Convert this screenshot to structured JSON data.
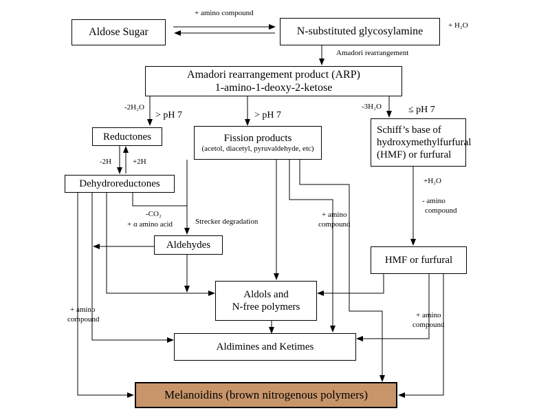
{
  "nodes": {
    "aldose": "Aldose Sugar",
    "glycosylamine": "N-substituted glycosylamine",
    "arp_line1": "Amadori rearrangement product (ARP)",
    "arp_line2": "1-amino-1-deoxy-2-ketose",
    "reductones": "Reductones",
    "fission": "Fission products",
    "fission_sub": "(acetol, diacetyl, pyruvaldehyde, etc)",
    "schiff_line1": "Schiff’s base of",
    "schiff_line2": "hydroxymethylfurfural",
    "schiff_line3": "(HMF) or furfural",
    "dehydroreductones": "Dehydroreductones",
    "aldehydes": "Aldehydes",
    "hmf": "HMF or furfural",
    "aldols_line1": "Aldols and",
    "aldols_line2": "N-free polymers",
    "aldimines": "Aldimines and Ketimes",
    "melanoidins": "Melanoidins (brown nitrogenous polymers)"
  },
  "labels": {
    "amino_top": "+ amino compound",
    "h2o_top": "+ H₂O",
    "amadori": "Amadori rearrangement",
    "minus2h2o": "-2H₂O",
    "gt_ph7_left": "> pH 7",
    "gt_ph7_mid": "> pH 7",
    "minus3h2o": "-3H₂O",
    "le_ph7": "≤ pH 7",
    "minus2h": "-2H",
    "plus2h": "+2H",
    "minus_co2": "-CO₂",
    "alpha_amino": "+ α amino acid",
    "strecker": "Strecker degradation",
    "plus_h2o": "+H₂O",
    "minus_amino_1": "- amino",
    "minus_amino_2": "compound",
    "amino_mid_1": "+ amino",
    "amino_mid_2": "compound",
    "amino_left_1": "+ amino",
    "amino_left_2": "compound",
    "amino_right_1": "+ amino",
    "amino_right_2": "compound"
  },
  "colors": {
    "line": "#000000",
    "final_fill": "#c8956b"
  }
}
